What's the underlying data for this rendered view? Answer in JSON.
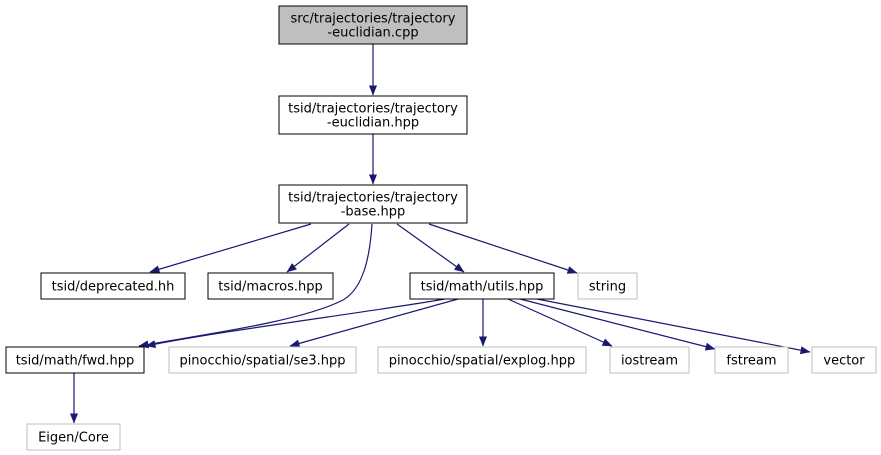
{
  "graph": {
    "nodes": [
      {
        "id": "root",
        "lines": [
          "src/trajectories/trajectory",
          "-euclidian.cpp"
        ],
        "style": "root"
      },
      {
        "id": "euclidian_hpp",
        "lines": [
          "tsid/trajectories/trajectory",
          "-euclidian.hpp"
        ],
        "style": "internal"
      },
      {
        "id": "base_hpp",
        "lines": [
          "tsid/trajectories/trajectory",
          "-base.hpp"
        ],
        "style": "internal"
      },
      {
        "id": "deprecated",
        "lines": [
          "tsid/deprecated.hh"
        ],
        "style": "internal"
      },
      {
        "id": "macros",
        "lines": [
          "tsid/macros.hpp"
        ],
        "style": "internal"
      },
      {
        "id": "utils",
        "lines": [
          "tsid/math/utils.hpp"
        ],
        "style": "internal"
      },
      {
        "id": "string",
        "lines": [
          "string"
        ],
        "style": "external"
      },
      {
        "id": "fwd",
        "lines": [
          "tsid/math/fwd.hpp"
        ],
        "style": "internal"
      },
      {
        "id": "se3",
        "lines": [
          "pinocchio/spatial/se3.hpp"
        ],
        "style": "external"
      },
      {
        "id": "explog",
        "lines": [
          "pinocchio/spatial/explog.hpp"
        ],
        "style": "external"
      },
      {
        "id": "iostream",
        "lines": [
          "iostream"
        ],
        "style": "external"
      },
      {
        "id": "fstream",
        "lines": [
          "fstream"
        ],
        "style": "external"
      },
      {
        "id": "vector",
        "lines": [
          "vector"
        ],
        "style": "external"
      },
      {
        "id": "eigen",
        "lines": [
          "Eigen/Core"
        ],
        "style": "external"
      }
    ],
    "edges": [
      {
        "from": "root",
        "to": "euclidian_hpp"
      },
      {
        "from": "euclidian_hpp",
        "to": "base_hpp"
      },
      {
        "from": "base_hpp",
        "to": "deprecated"
      },
      {
        "from": "base_hpp",
        "to": "macros"
      },
      {
        "from": "base_hpp",
        "to": "fwd"
      },
      {
        "from": "base_hpp",
        "to": "utils"
      },
      {
        "from": "base_hpp",
        "to": "string"
      },
      {
        "from": "utils",
        "to": "fwd"
      },
      {
        "from": "utils",
        "to": "se3"
      },
      {
        "from": "utils",
        "to": "explog"
      },
      {
        "from": "utils",
        "to": "iostream"
      },
      {
        "from": "utils",
        "to": "fstream"
      },
      {
        "from": "utils",
        "to": "vector"
      },
      {
        "from": "fwd",
        "to": "eigen"
      }
    ],
    "colors": {
      "edge": "#191970",
      "root_fill": "#bfbfbf",
      "internal_border": "#000000",
      "external_border": "#bfbfbf",
      "text": "#000000"
    }
  }
}
